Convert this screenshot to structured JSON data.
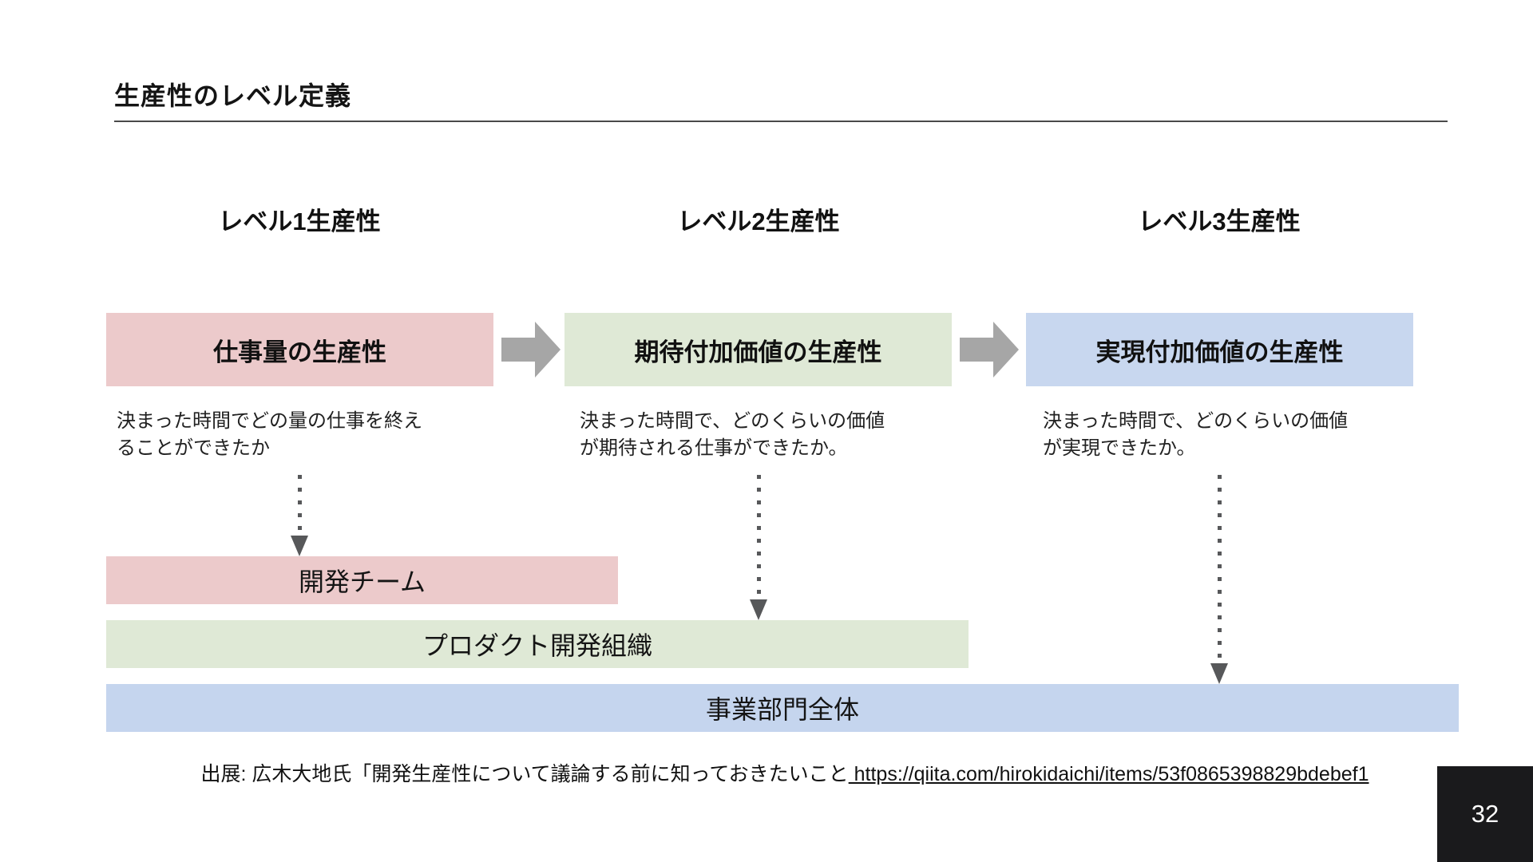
{
  "slide": {
    "title": "生産性のレベル定義",
    "columns": [
      {
        "header": "レベル1生産性",
        "box_label": "仕事量の生産性",
        "description_lines": [
          "決まった時間でどの量の仕事を終え",
          "ることができたか"
        ]
      },
      {
        "header": "レベル2生産性",
        "box_label": "期待付加価値の生産性",
        "description_lines": [
          "決まった時間で、どのくらいの価値",
          "が期待される仕事ができたか。"
        ]
      },
      {
        "header": "レベル3生産性",
        "box_label": "実現付加価値の生産性",
        "description_lines": [
          "決まった時間で、どのくらいの価値",
          "が実現できたか。"
        ]
      }
    ],
    "bars": [
      {
        "label": "開発チーム"
      },
      {
        "label": "プロダクト開発組織"
      },
      {
        "label": "事業部門全体"
      }
    ],
    "citation": {
      "prefix": "出展: 広木大地氏「開発生産性について議論する前に知っておきたいこと",
      "url": " https://qiita.com/hirokidaichi/items/53f0865398829bdebef1"
    },
    "page_number": "32",
    "colors": {
      "box_pink": "#eccacb",
      "box_green": "#dfe9d6",
      "box_blue": "#c8d7ef",
      "bar_blue": "#c5d5ee",
      "flow_arrow_gray": "#a6a6a6",
      "dotted_arrow_gray": "#57585a",
      "page_box_black": "#1a1a1c",
      "text_black": "#111111"
    }
  }
}
